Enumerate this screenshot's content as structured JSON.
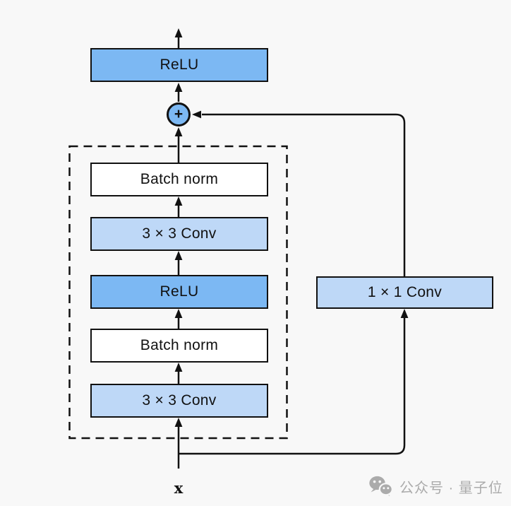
{
  "diagram": {
    "name": "residual-block-architecture",
    "nodes": [
      {
        "id": "relu-top",
        "label": "ReLU",
        "fill": "#7cb8f3"
      },
      {
        "id": "batchnorm-top",
        "label": "Batch norm",
        "fill": "#ffffff"
      },
      {
        "id": "conv-top",
        "label": "3 × 3 Conv",
        "fill": "#bed8f7"
      },
      {
        "id": "relu-mid",
        "label": "ReLU",
        "fill": "#7cb8f3"
      },
      {
        "id": "batchnorm-bot",
        "label": "Batch norm",
        "fill": "#ffffff"
      },
      {
        "id": "conv-bot",
        "label": "3 × 3 Conv",
        "fill": "#bed8f7"
      },
      {
        "id": "conv-skip",
        "label": "1 × 1 Conv",
        "fill": "#bed8f7"
      }
    ],
    "add_node": {
      "label": "+",
      "fill": "#7cb8f3"
    },
    "input_label": "x",
    "colors": {
      "background": "#f8f8f8",
      "line": "#111111",
      "box_border": "#111111",
      "blue_medium": "#7cb8f3",
      "blue_light": "#bed8f7",
      "box_white": "#ffffff"
    }
  },
  "watermark": {
    "icon": "wechat-icon",
    "text": "公众号 · 量子位",
    "color": "#ababab"
  }
}
